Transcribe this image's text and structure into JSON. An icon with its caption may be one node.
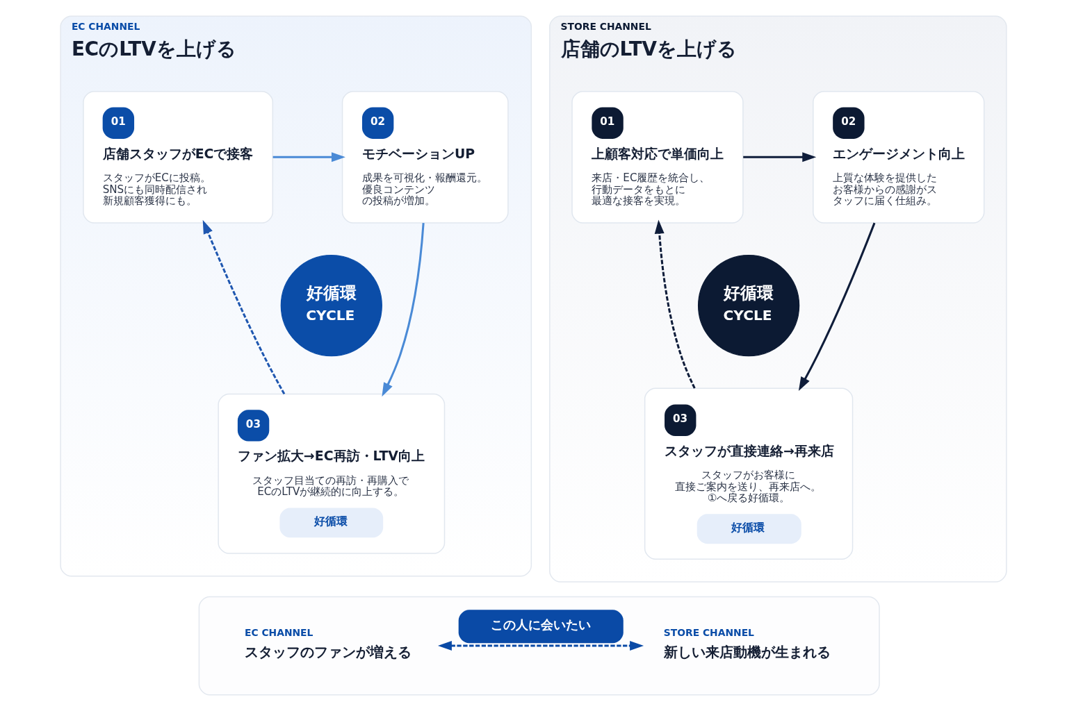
{
  "diagram": {
    "nodes": [
      {
        "text": [
          "EC CHANNEL",
          "ECのLTVを上げる"
        ]
      },
      {
        "text": [
          "01",
          "店舗スタッフがECで接客",
          "スタッフがECに投稿。SNSにも同時配信され新規顧客獲得にも。"
        ],
        "in": 0
      },
      {
        "text": [
          "02",
          "モチベーションUP",
          "成果を可視化・報酬還元。優良コンテンツの投稿が増加。"
        ],
        "in": 0
      },
      {
        "text": [
          "好循環",
          "CYCLE"
        ],
        "in": 0
      },
      {
        "text": [
          "03",
          "ファン拡大→EC再訪・LTV向上",
          "スタッフ目当ての再訪・再購入でECのLTVが継続的に向上する。",
          "好循環"
        ],
        "in": 0
      },
      {
        "text": [
          "STORE CHANNEL",
          "店舗のLTVを上げる"
        ]
      },
      {
        "text": [
          "01",
          "上顧客対応で単価向上",
          "来店・EC履歴を統合し、行動データをもとに最適な接客を実現。"
        ],
        "in": 5
      },
      {
        "text": [
          "02",
          "エンゲージメント向上",
          "上質な体験を提供したお客様からの感謝がスタッフに届く仕組み。"
        ],
        "in": 5
      },
      {
        "text": [
          "好循環",
          "CYCLE"
        ],
        "in": 5
      },
      {
        "text": [
          "03",
          "スタッフが直接連絡→再来店",
          "スタッフがお客様に直接ご案内を送り、再来店へ。①へ戻る好循環。",
          "好循環"
        ],
        "in": 5
      },
      {
        "text": [],
        "shape": "box"
      },
      {
        "text": [
          "EC CHANNEL",
          "スタッフのファンが増える"
        ],
        "in": 10
      },
      {
        "text": [
          "STORE CHANNEL",
          "新しい来店動機が生まれる"
        ],
        "in": 10
      }
    ],
    "edges": [
      {
        "from": 1,
        "to": 2,
        "arrow": "to",
        "color": "#4a8ad6"
      },
      {
        "from": 2,
        "to": 4,
        "arrow": "to",
        "color": "#4a8ad6"
      },
      {
        "from": 4,
        "to": 1,
        "arrow": "to",
        "style": "dashed",
        "color": "#1f57b0"
      },
      {
        "from": 6,
        "to": 7,
        "arrow": "to",
        "color": "#0f1d3a"
      },
      {
        "from": 7,
        "to": 9,
        "arrow": "to",
        "color": "#0f1d3a"
      },
      {
        "from": 9,
        "to": 6,
        "arrow": "to",
        "style": "dashed",
        "color": "#0f1d3a"
      },
      {
        "from": 11,
        "to": 12,
        "arrow": "both",
        "style": "dashed",
        "color": "#0a4aa6",
        "label": "この人に会いたい"
      }
    ]
  }
}
